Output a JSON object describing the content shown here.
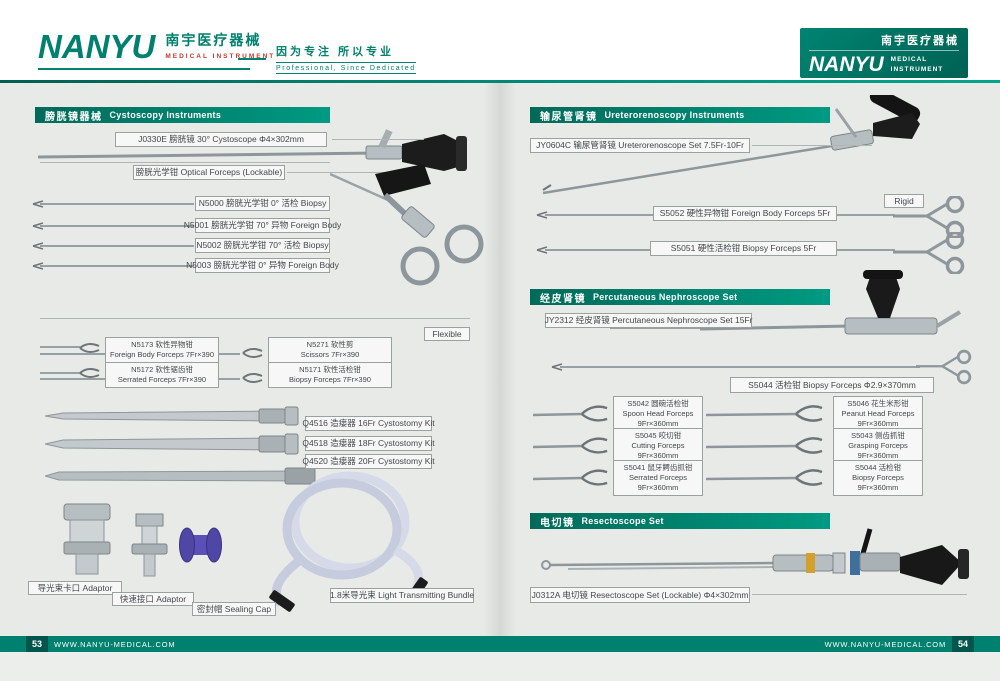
{
  "colors": {
    "accent": "#00806e",
    "accent_dark": "#00564c",
    "background": "#e8eae7",
    "red": "#c23a2e",
    "purple": "#4f46a5"
  },
  "header": {
    "logo_text": "NANYU",
    "logo_cn": "南宇医疗器械",
    "logo_sub": "MEDICAL  INSTRUMENT",
    "tagline_cn": "因为专注 所以专业",
    "tagline_en": "Professional, Since Dedicated",
    "right_cn": "南宇医疗器械",
    "right_logo": "NANYU",
    "right_sub1": "MEDICAL",
    "right_sub2": "INSTRUMENT"
  },
  "cysto": {
    "section_cn": "膀胱镜器械",
    "section_en": "Cystoscopy Instruments",
    "scope": "J0330E 膀胱镜 30°  Cystoscope  Φ4×302mm",
    "optical": "膀胱光学钳 Optical Forceps (Lockable)",
    "rows": [
      "N5000 膀胱光学钳 0°  活检 Biopsy",
      "N5001 膀胱光学钳 70°  异物 Foreign Body",
      "N5002 膀胱光学钳 70°  活检 Biopsy",
      "N5003 膀胱光学钳 0°  异物 Foreign Body"
    ],
    "flex_badge": "Flexible",
    "flex": [
      {
        "l1": "N5173 软性异物钳",
        "l2": "Foreign Body Forceps 7Fr×390"
      },
      {
        "l1": "N5271 软性剪",
        "l2": "Scissors 7Fr×390"
      },
      {
        "l1": "N5172 软性锯齿钳",
        "l2": "Serrated Forceps 7Fr×390"
      },
      {
        "l1": "N5171 软性活检钳",
        "l2": "Biopsy Forceps 7Fr×390"
      }
    ],
    "kits": [
      "Q4516 造瘘器 16Fr Cystostomy Kit",
      "Q4518 造瘘器 18Fr Cystostomy Kit",
      "Q4520 造瘘器 20Fr Cystostomy Kit"
    ],
    "acc": [
      "导光束卡口 Adaptor",
      "快速接口 Adaptor",
      "密封帽 Sealing Cap",
      "1.8米导光束  Light Transmitting Bundle"
    ]
  },
  "uretero": {
    "section_cn": "输尿管肾镜",
    "section_en": "Ureterorenoscopy Instruments",
    "scope": "JY0604C 输尿管肾镜 Ureterorenoscope Set 7.5Fr-10Fr",
    "rigid_badge": "Rigid",
    "rows": [
      "S5052 硬性异物钳 Foreign Body Forceps 5Fr",
      "S5051 硬性活检钳 Biopsy Forceps 5Fr"
    ]
  },
  "nephro": {
    "section_cn": "经皮肾镜",
    "section_en": "Percutaneous Nephroscope Set",
    "scope": "JY2312 经皮肾镜 Percutaneous Nephroscope Set 15Fr",
    "biopsy": "S5044 活检钳 Biopsy Forceps  Φ2.9×370mm",
    "forceps": [
      {
        "l1": "S5042 圆碗活检钳",
        "l2": "Spoon Head Forceps",
        "l3": "9Fr×360mm"
      },
      {
        "l1": "S5046 花生米形钳",
        "l2": "Peanut Head Forceps",
        "l3": "9Fr×360mm"
      },
      {
        "l1": "S5045 咬切钳",
        "l2": "Cutting Forceps",
        "l3": "9Fr×360mm"
      },
      {
        "l1": "S5043 侧齿抓钳",
        "l2": "Grasping Forceps",
        "l3": "9Fr×360mm"
      },
      {
        "l1": "S5041 鼠牙鳄齿抓钳",
        "l2": "Serrated Forceps",
        "l3": "9Fr×360mm"
      },
      {
        "l1": "S5044 活检钳",
        "l2": "Biopsy Forceps",
        "l3": "9Fr×360mm"
      }
    ]
  },
  "resecto": {
    "section_cn": "电切镜",
    "section_en": "Resectoscope Set",
    "scope": "J0312A 电切镜 Resectoscope Set (Lockable)  Φ4×302mm"
  },
  "footer": {
    "page_left": "53",
    "url_left": "WWW.NANYU-MEDICAL.COM",
    "url_right": "WWW.NANYU-MEDICAL.COM",
    "page_right": "54"
  }
}
